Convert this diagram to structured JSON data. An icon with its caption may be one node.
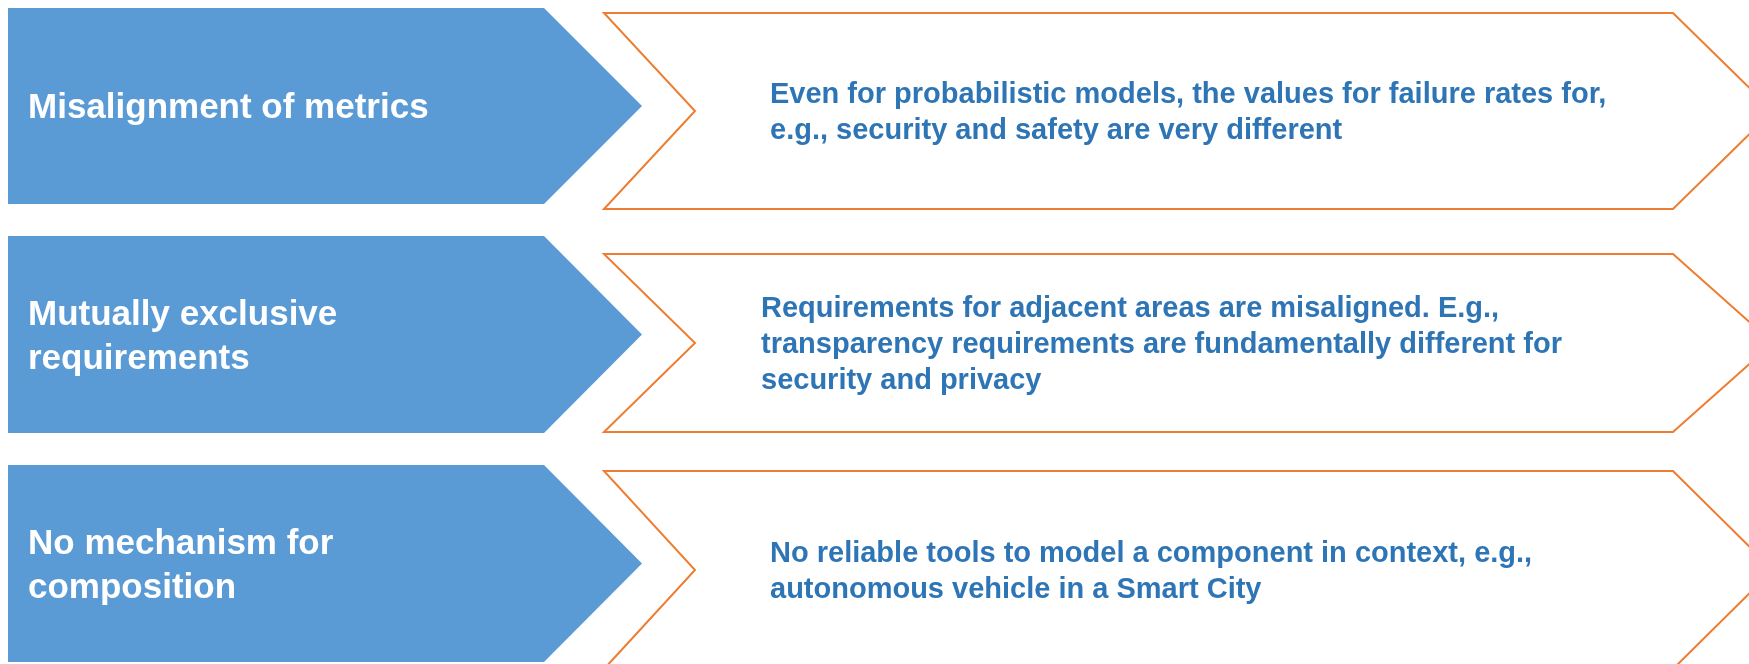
{
  "diagram": {
    "nodes": [
      {
        "text": [
          "Misalignment of metrics"
        ]
      },
      {
        "text": [
          "Even for probabilistic models, the values for failure rates for, e.g., security and safety are very different"
        ]
      },
      {
        "text": [
          "Mutually exclusive requirements"
        ]
      },
      {
        "text": [
          "Requirements for adjacent areas are misaligned. E.g., transparency requirements are fundamentally different for security and privacy"
        ]
      },
      {
        "text": [
          "No mechanism for composition"
        ]
      },
      {
        "text": [
          "No reliable tools to model a component in context, e.g., autonomous vehicle in a Smart City"
        ]
      }
    ]
  }
}
